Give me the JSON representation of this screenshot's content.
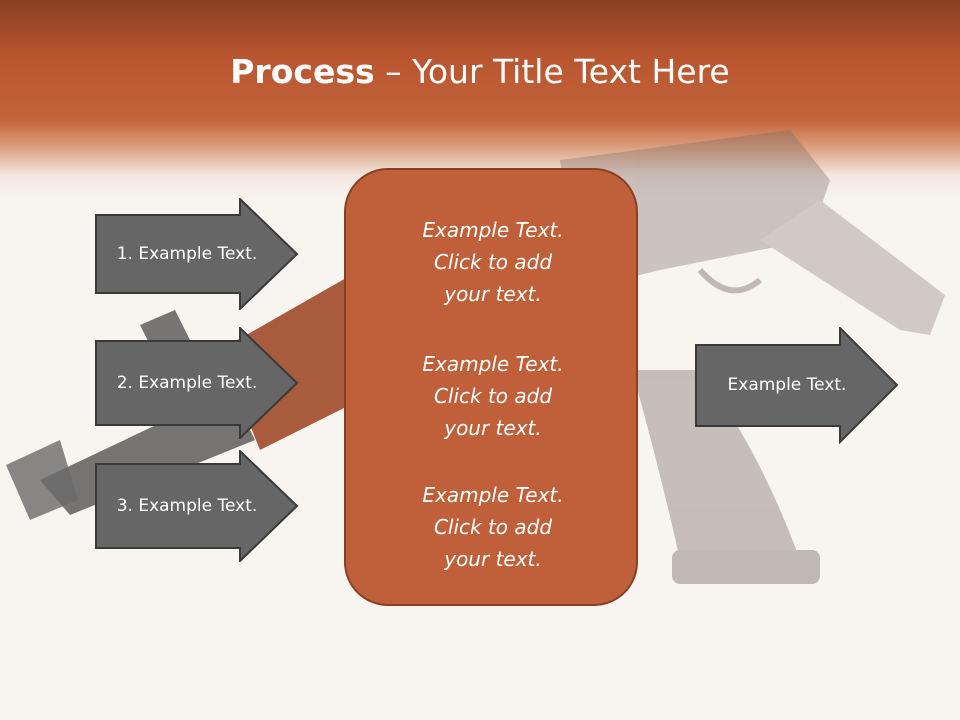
{
  "slide": {
    "title_bold": "Process",
    "title_rest": " – Your Title Text Here"
  },
  "left_arrows": [
    {
      "label": "1. Example Text."
    },
    {
      "label": "2. Example Text."
    },
    {
      "label": "3. Example Text."
    }
  ],
  "center_box": {
    "items": [
      {
        "line1": "Example Text.",
        "line2": "Click  to add",
        "line3": "your text."
      },
      {
        "line1": "Example Text.",
        "line2": "Click  to add",
        "line3": "your text."
      },
      {
        "line1": "Example Text.",
        "line2": "Click  to add",
        "line3": "your text."
      }
    ]
  },
  "right_arrow": {
    "label": "Example Text."
  },
  "colors": {
    "header": "#b85530",
    "center_fill": "#c0603a",
    "arrow_fill": "#666666",
    "background": "#f8f4f0"
  },
  "background_image": "rifle-illustration"
}
